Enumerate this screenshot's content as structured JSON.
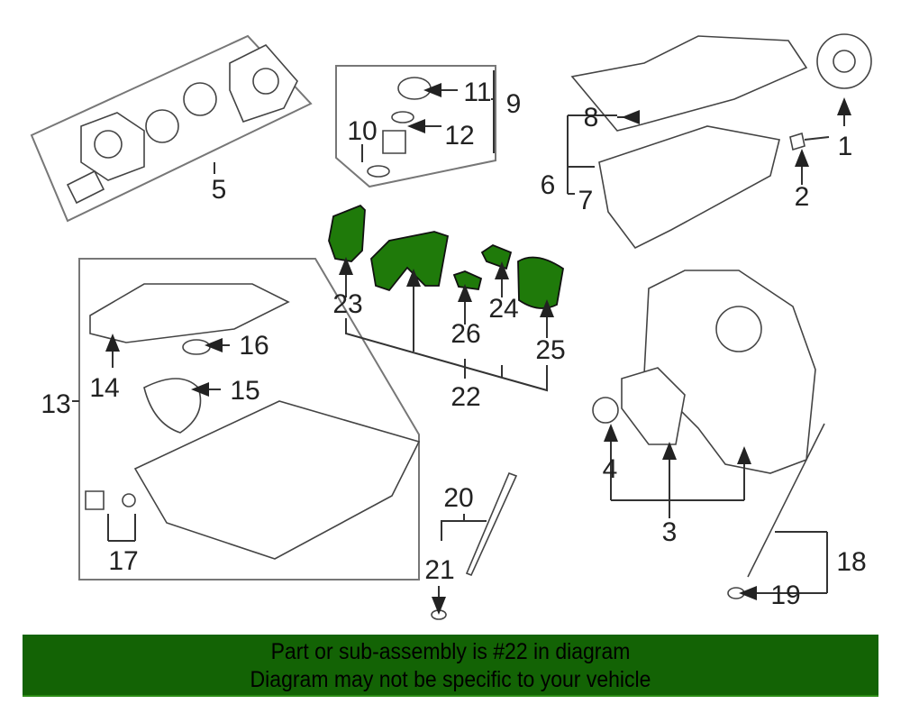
{
  "diagram": {
    "callouts": [
      "1",
      "2",
      "3",
      "4",
      "5",
      "6",
      "7",
      "8",
      "9",
      "10",
      "11",
      "12",
      "13",
      "14",
      "15",
      "16",
      "17",
      "18",
      "19",
      "20",
      "21",
      "22",
      "23",
      "24",
      "25",
      "26"
    ],
    "highlighted_part": "22",
    "highlight_color": "#1f7a0a"
  },
  "banner": {
    "line1": "Part or sub-assembly is #22 in diagram",
    "line2": "Diagram may not be specific to your vehicle",
    "background": "#136305"
  }
}
